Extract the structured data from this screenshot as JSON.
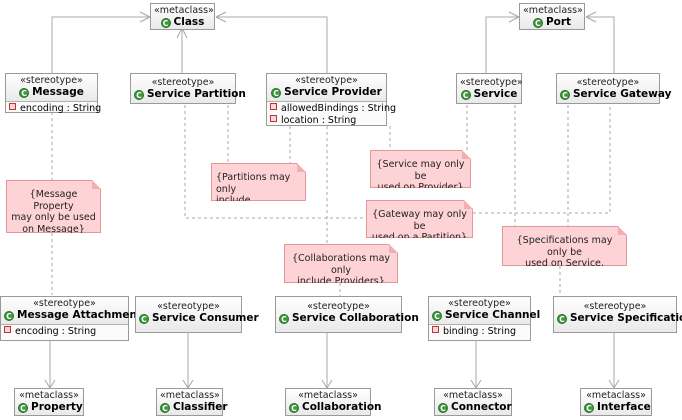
{
  "metaclass_label": "«metaclass»",
  "stereotype_label": "«stereotype»",
  "class_icon": "class-icon",
  "metaclasses": {
    "class": "Class",
    "port": "Port",
    "property": "Property",
    "classifier": "Classifier",
    "collaboration": "Collaboration",
    "connector": "Connector",
    "interface": "Interface"
  },
  "stereotypes": {
    "message": {
      "name": "Message",
      "attrs": [
        "encoding : String"
      ]
    },
    "service_partition": {
      "name": "Service Partition"
    },
    "service_provider": {
      "name": "Service Provider",
      "attrs": [
        "allowedBindings : String",
        "location : String"
      ]
    },
    "service": {
      "name": "Service"
    },
    "service_gateway": {
      "name": "Service Gateway"
    },
    "message_attachment": {
      "name": "Message Attachment",
      "attrs": [
        "encoding : String"
      ]
    },
    "service_consumer": {
      "name": "Service Consumer"
    },
    "service_collaboration": {
      "name": "Service Collaboration"
    },
    "service_channel": {
      "name": "Service Channel",
      "attrs": [
        "binding : String"
      ]
    },
    "service_specification": {
      "name": "Service Specification"
    }
  },
  "notes": {
    "message_property": [
      "{Message Property",
      "may only be used",
      "on Message}"
    ],
    "partitions": [
      "{Partitions may only",
      "include Providers}"
    ],
    "service_provider": [
      "{Service may only be",
      "used on Provider}"
    ],
    "gateway": [
      "{Gateway may only be",
      "used on a Partition}"
    ],
    "collaborations": [
      "{Collaborations may only",
      "include Providers}"
    ],
    "specifications": [
      "{Specifications may only be",
      "used on Service, Gateway}"
    ]
  },
  "colors": {
    "note_fill": "#fdd3d6",
    "note_border": "#e5959b",
    "class_icon": "#3c9a3c",
    "attribute_icon": "#c0343a",
    "line": "#a0a0a0"
  }
}
